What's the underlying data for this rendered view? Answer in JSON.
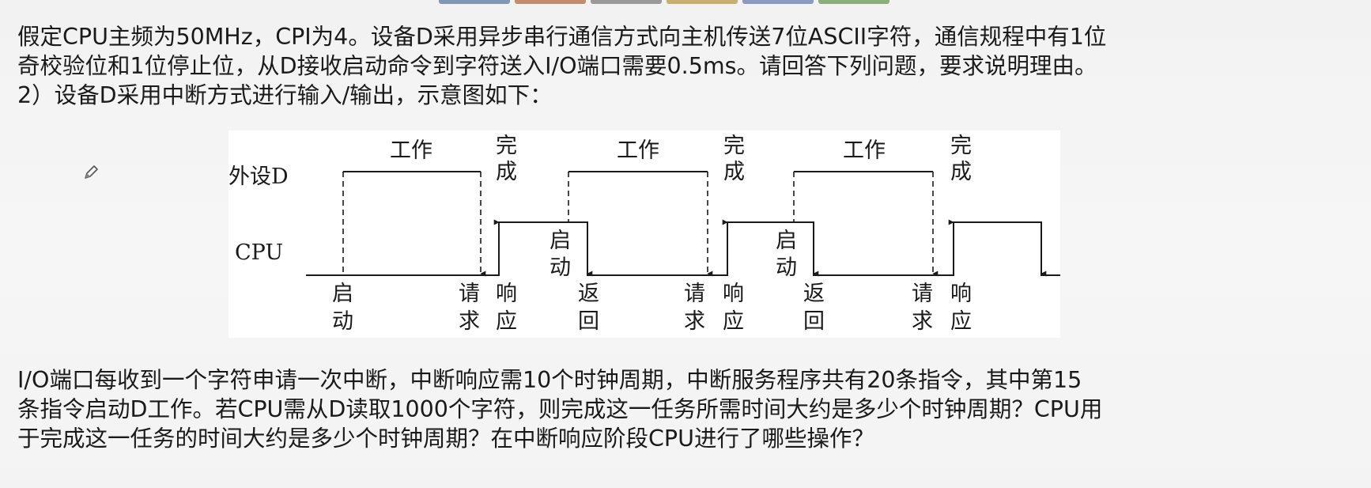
{
  "top_tab_colors": [
    "#7e97b8",
    "#c98a6a",
    "#9a9a9a",
    "#c9b06a",
    "#8a9ac6",
    "#8ab07a"
  ],
  "intro": {
    "line1": "假定CPU主频为50MHz，CPI为4。设备D采用异步串行通信方式向主机传送7位ASCII字符，通信规程中有1位",
    "line2": "奇校验位和1位停止位，从D接收启动命令到字符送入I/O端口需要0.5ms。请回答下列问题，要求说明理由。",
    "line3": "2）设备D采用中断方式进行输入/输出，示意图如下："
  },
  "diagram": {
    "device_label": "外设D",
    "cpu_label": "CPU",
    "work": "工作",
    "done_1": "完",
    "done_2": "成",
    "start_1": "启",
    "start_2": "动",
    "request_1": "请",
    "request_2": "求",
    "respond_1": "响",
    "respond_2": "应",
    "return_1": "返",
    "return_2": "回"
  },
  "question": {
    "line1": "I/O端口每收到一个字符申请一次中断，中断响应需10个时钟周期，中断服务程序共有20条指令，其中第15",
    "line2": "条指令启动D工作。若CPU需从D读取1000个字符，则完成这一任务所需时间大约是多少个时钟周期？CPU用",
    "line3": "于完成这一任务的时间大约是多少个时钟周期？在中断响应阶段CPU进行了哪些操作？"
  },
  "icons": {
    "pencil": "pencil-icon"
  }
}
